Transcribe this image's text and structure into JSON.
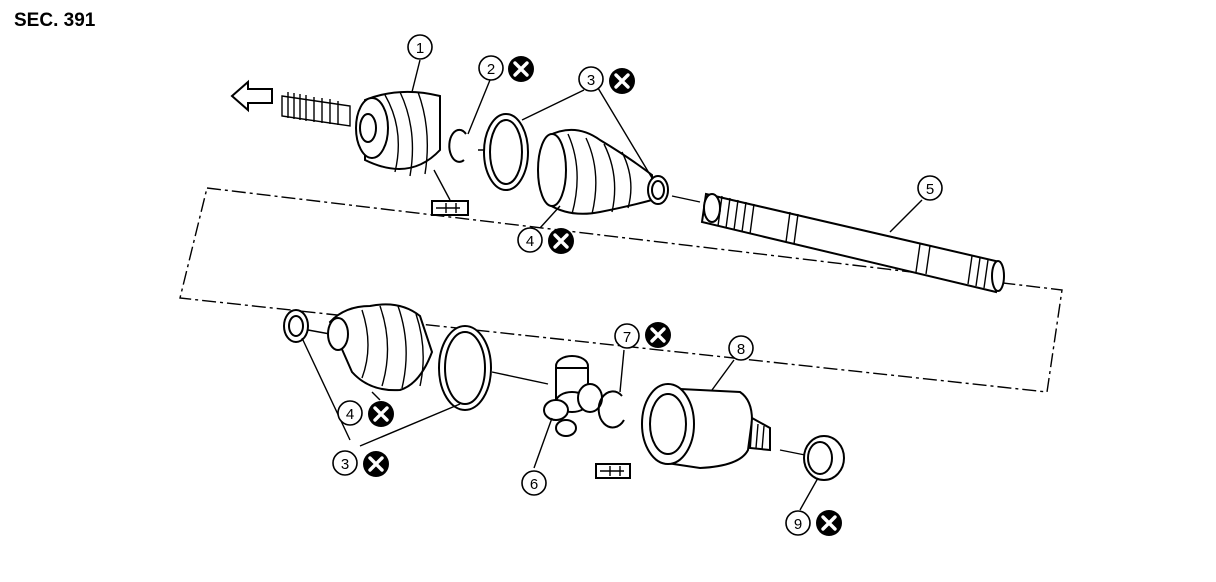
{
  "section_label": "SEC. 391",
  "callouts": [
    {
      "id": "c1",
      "number": "1",
      "replace_mark": false
    },
    {
      "id": "c2",
      "number": "2",
      "replace_mark": true
    },
    {
      "id": "c3a",
      "number": "3",
      "replace_mark": true
    },
    {
      "id": "c4a",
      "number": "4",
      "replace_mark": true
    },
    {
      "id": "c5",
      "number": "5",
      "replace_mark": false
    },
    {
      "id": "c3b",
      "number": "3",
      "replace_mark": true
    },
    {
      "id": "c4b",
      "number": "4",
      "replace_mark": true
    },
    {
      "id": "c6",
      "number": "6",
      "replace_mark": false
    },
    {
      "id": "c7",
      "number": "7",
      "replace_mark": true
    },
    {
      "id": "c8",
      "number": "8",
      "replace_mark": false
    },
    {
      "id": "c9",
      "number": "9",
      "replace_mark": true
    }
  ],
  "icons": [
    "direction-arrow-icon",
    "grease-application-icon",
    "replace-part-icon"
  ]
}
